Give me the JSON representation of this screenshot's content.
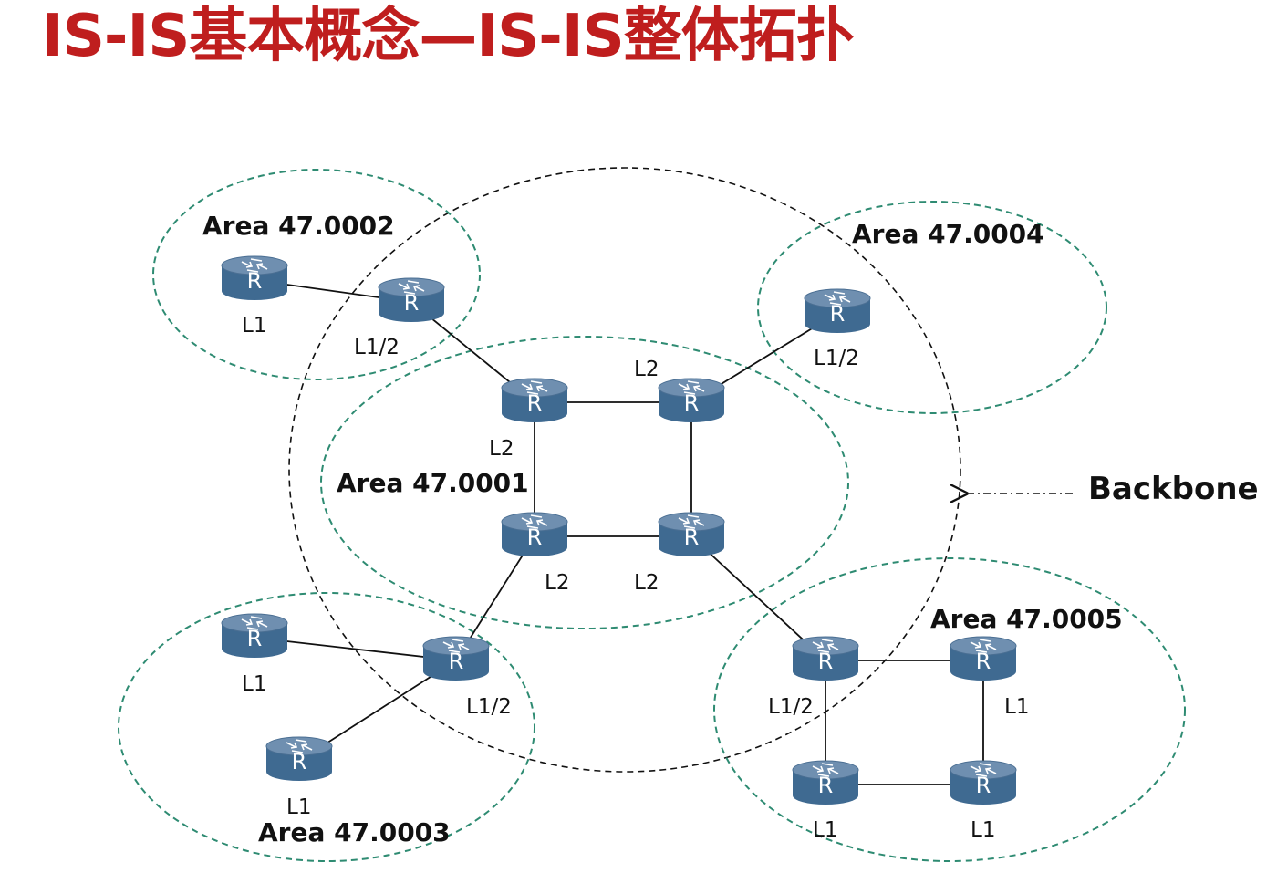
{
  "title": "IS-IS基本概念—IS-IS整体拓扑",
  "backbone_label": "Backbone",
  "colors": {
    "title": "#bf1e1e",
    "area_boundary": "#2e8b72",
    "backbone_boundary": "#111111",
    "router_top": "#6f8fb0",
    "router_body": "#3f6a91",
    "link": "#111111"
  },
  "router_icon_letter": "R",
  "areas": [
    {
      "id": "a0002",
      "label": "Area 47.0002"
    },
    {
      "id": "a0004",
      "label": "Area 47.0004"
    },
    {
      "id": "a0001",
      "label": "Area 47.0001"
    },
    {
      "id": "a0003",
      "label": "Area 47.0003"
    },
    {
      "id": "a0005",
      "label": "Area 47.0005"
    }
  ],
  "routers": [
    {
      "id": "r2a",
      "area": "Area 47.0002",
      "level": "L1"
    },
    {
      "id": "r2b",
      "area": "Area 47.0002",
      "level": "L1/2"
    },
    {
      "id": "r4a",
      "area": "Area 47.0004",
      "level": "L1/2"
    },
    {
      "id": "r1a",
      "area": "Area 47.0001",
      "level": "L2"
    },
    {
      "id": "r1b",
      "area": "Area 47.0001",
      "level": "L2"
    },
    {
      "id": "r1c",
      "area": "Area 47.0001",
      "level": "L2"
    },
    {
      "id": "r1d",
      "area": "Area 47.0001",
      "level": "L2"
    },
    {
      "id": "r3a",
      "area": "Area 47.0003",
      "level": "L1"
    },
    {
      "id": "r3b",
      "area": "Area 47.0003",
      "level": "L1/2"
    },
    {
      "id": "r3c",
      "area": "Area 47.0003",
      "level": "L1"
    },
    {
      "id": "r5a",
      "area": "Area 47.0005",
      "level": "L1/2"
    },
    {
      "id": "r5b",
      "area": "Area 47.0005",
      "level": "L1"
    },
    {
      "id": "r5c",
      "area": "Area 47.0005",
      "level": "L1"
    },
    {
      "id": "r5d",
      "area": "Area 47.0005",
      "level": "L1"
    }
  ],
  "links": [
    [
      "r2a",
      "r2b"
    ],
    [
      "r2b",
      "r1a"
    ],
    [
      "r4a",
      "r1b"
    ],
    [
      "r1a",
      "r1b"
    ],
    [
      "r1a",
      "r1c"
    ],
    [
      "r1b",
      "r1d"
    ],
    [
      "r1c",
      "r1d"
    ],
    [
      "r1c",
      "r3b"
    ],
    [
      "r3a",
      "r3b"
    ],
    [
      "r3b",
      "r3c"
    ],
    [
      "r1d",
      "r5a"
    ],
    [
      "r5a",
      "r5b"
    ],
    [
      "r5a",
      "r5c"
    ],
    [
      "r5b",
      "r5d"
    ],
    [
      "r5c",
      "r5d"
    ]
  ]
}
